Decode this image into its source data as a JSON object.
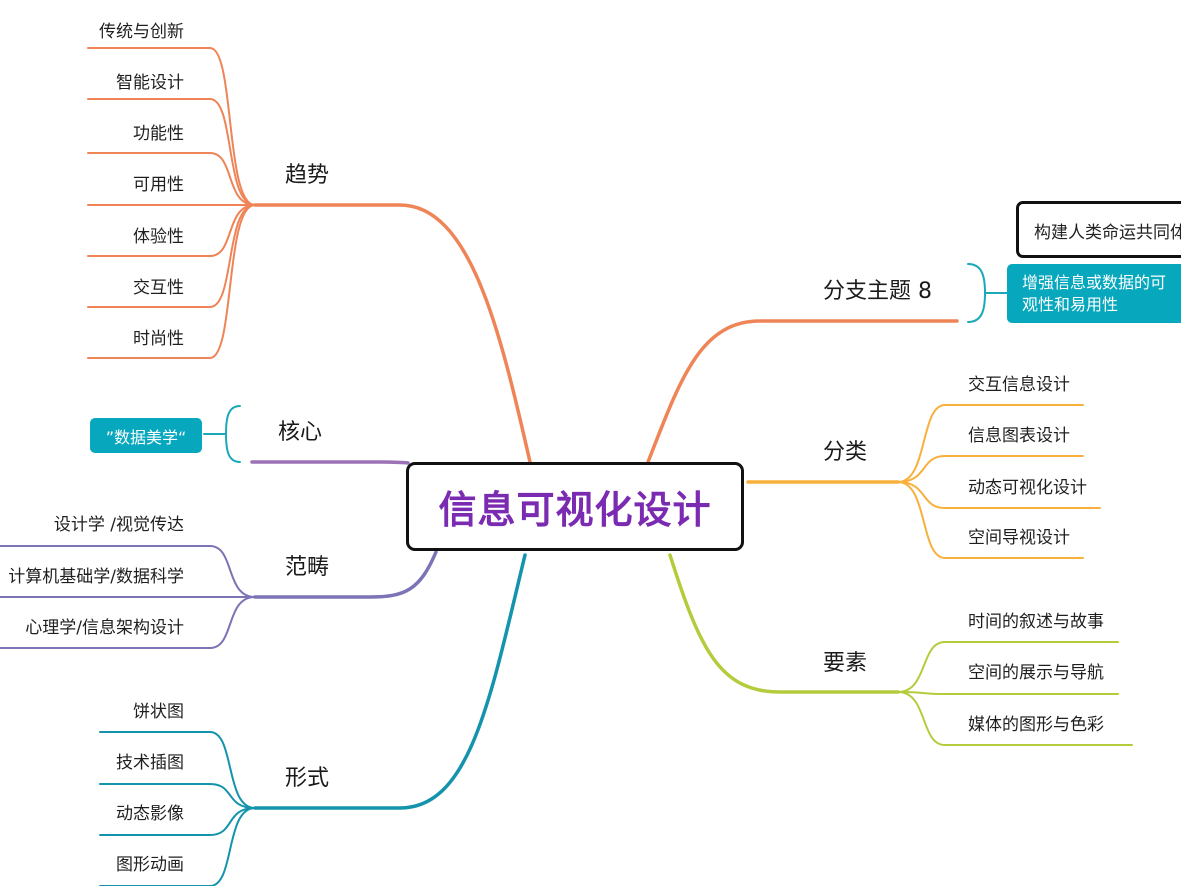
{
  "root": {
    "label": "信息可视化设计"
  },
  "colors": {
    "trend": "#ef8457",
    "core": "#9b72b5",
    "scope": "#7b74b5",
    "form": "#1493ac",
    "topic8": "#ef8457",
    "category": "#f8b03c",
    "elements": "#b4cc3b",
    "root_text": "#7b2ab2",
    "tag_fill": "#07a7bd"
  },
  "branches": {
    "trend": {
      "label": "趋势",
      "items": [
        "传统与创新",
        "智能设计",
        "功能性",
        "可用性",
        "体验性",
        "交互性",
        "时尚性"
      ]
    },
    "core": {
      "label": "核心",
      "tag": "”数据美学“"
    },
    "scope": {
      "label": "范畴",
      "items": [
        "设计学 /视觉传达",
        "计算机基础学/数据科学",
        "心理学/信息架构设计"
      ]
    },
    "form": {
      "label": "形式",
      "items": [
        "饼状图",
        "技术插图",
        "动态影像",
        "图形动画"
      ]
    },
    "topic8": {
      "label": "分支主题 8",
      "note": "增强信息或数据的可\n观性和易用性",
      "callout": "构建人类命运共同体"
    },
    "category": {
      "label": "分类",
      "items": [
        "交互信息设计",
        "信息图表设计",
        "动态可视化设计",
        "空间导视设计"
      ]
    },
    "elements": {
      "label": "要素",
      "items": [
        "时间的叙述与故事",
        "空间的展示与导航",
        "媒体的图形与色彩"
      ]
    }
  }
}
